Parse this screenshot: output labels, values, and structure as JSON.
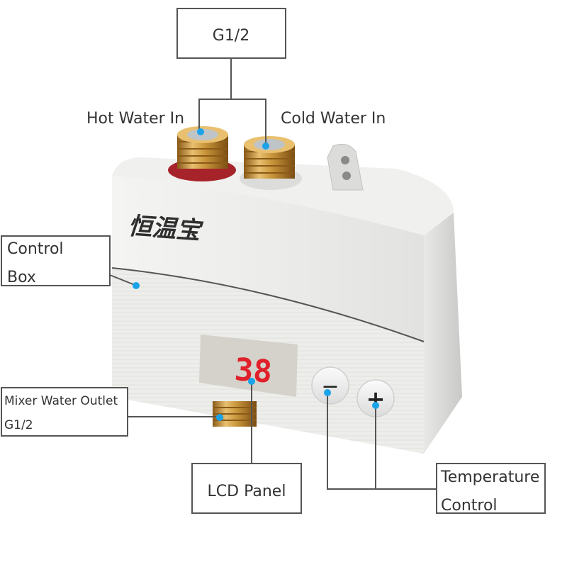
{
  "labels": {
    "thread_size_top": "G1/2",
    "hot_water_in": "Hot Water In",
    "cold_water_in": "Cold Water In",
    "control_box_line1": "Control",
    "control_box_line2": "Box",
    "mixer_outlet_line1": "Mixer Water Outlet",
    "mixer_outlet_line2": "G1/2",
    "lcd_panel": "LCD Panel",
    "temperature_control_line1": "Temperature",
    "temperature_control_line2": "Control"
  },
  "device": {
    "brand_logo_text": "恒温宝",
    "display_value": "38",
    "minus_button": "−",
    "plus_button": "+"
  },
  "colors": {
    "callout_dot": "#1aa3e8",
    "display_digits": "#e0202a",
    "brass": "#c8953a"
  },
  "icons": {
    "minus_button": "minus-icon",
    "plus_button": "plus-icon"
  }
}
